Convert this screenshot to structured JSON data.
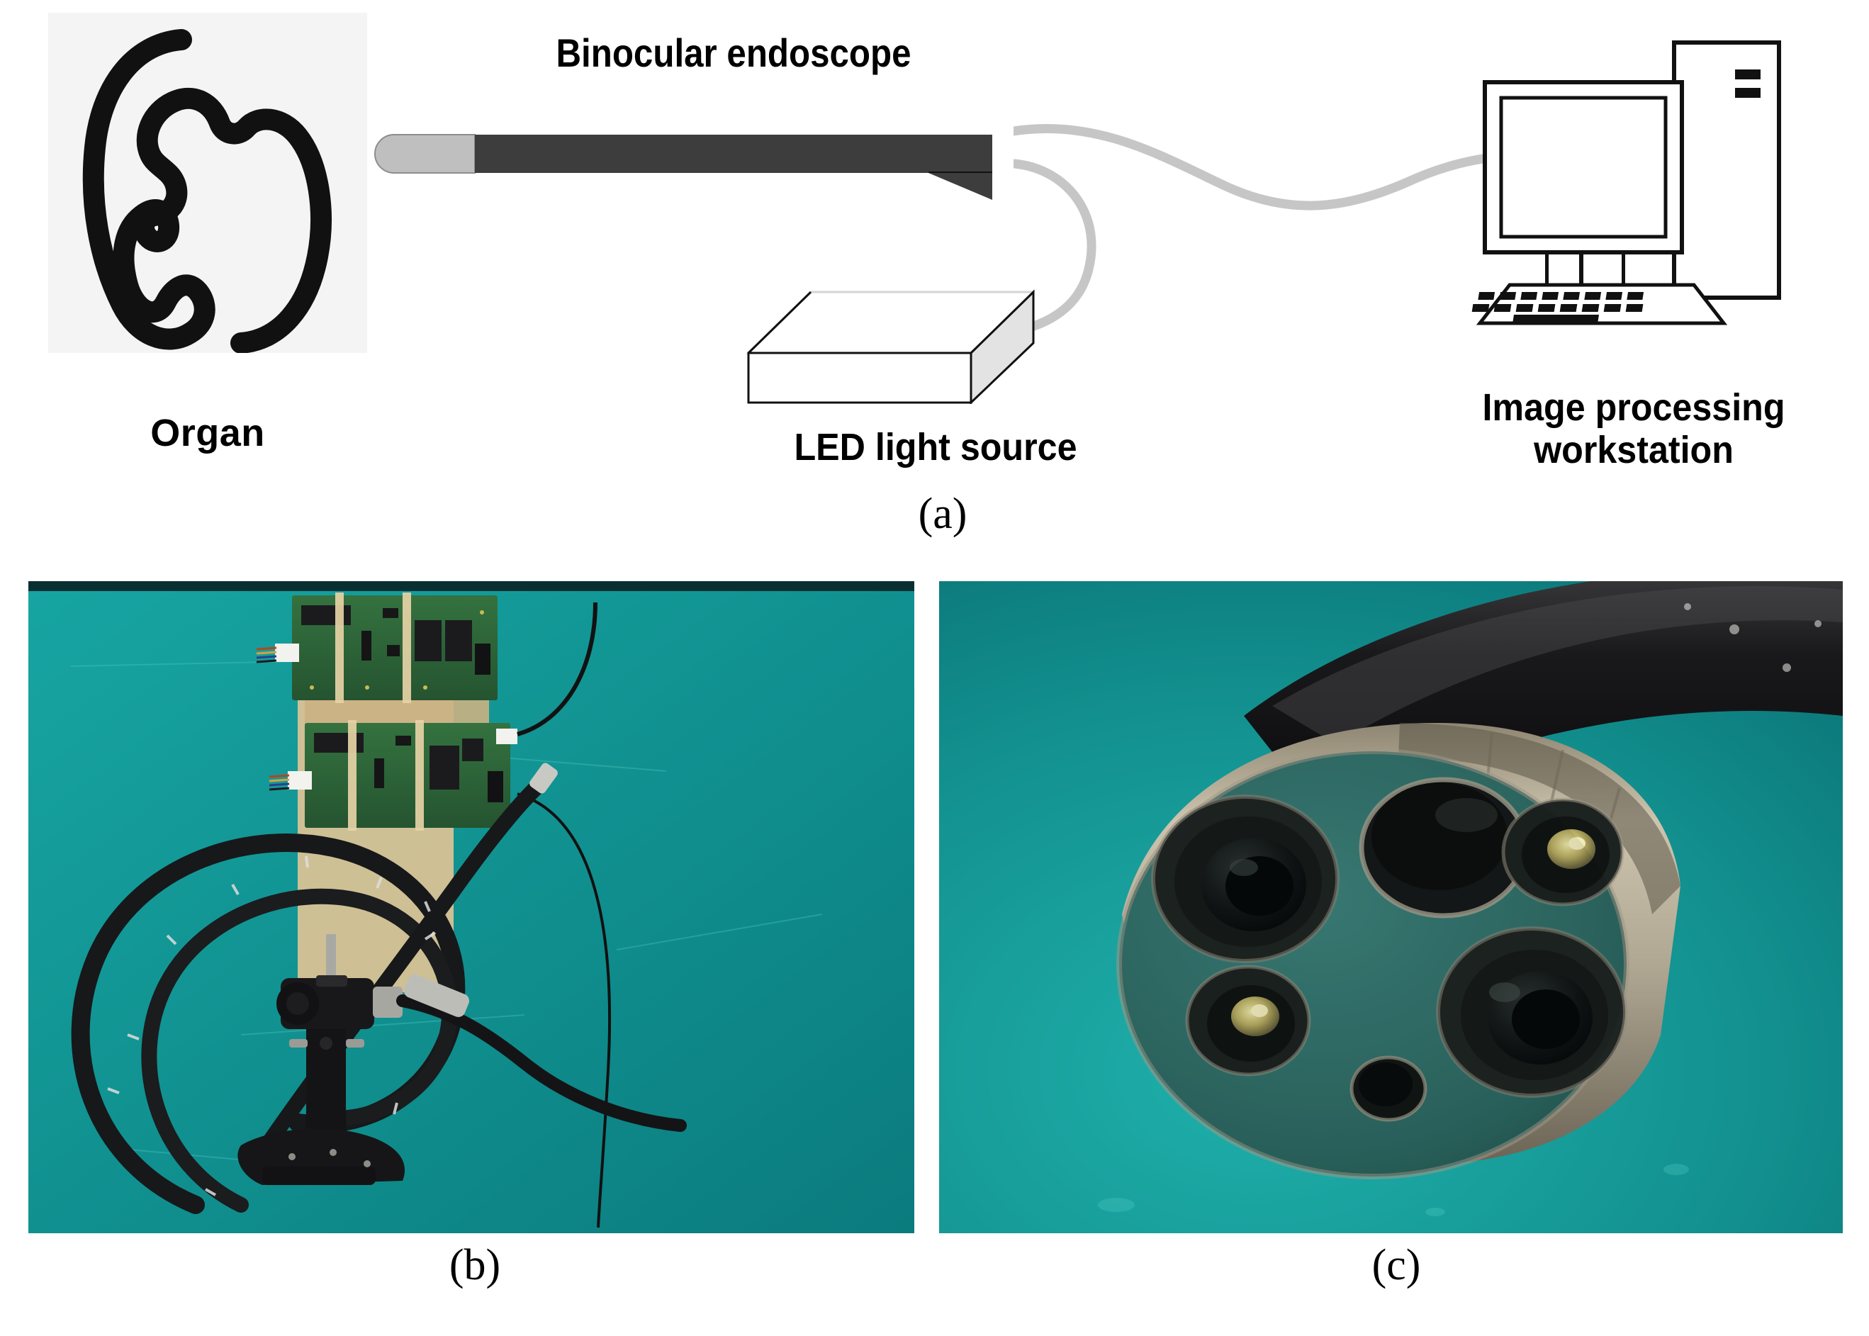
{
  "figure": {
    "panel_a": {
      "caption": "(a)",
      "organ_label": "Organ",
      "endoscope_label": "Binocular endoscope",
      "led_label": "LED light source",
      "workstation_label_line1": "Image processing",
      "workstation_label_line2": "workstation",
      "colors": {
        "organ_outline": "#111111",
        "organ_bg": "#f4f4f4",
        "endoscope_tip": "#bfbfbf",
        "endoscope_shaft": "#3d3d3d",
        "cable": "#c6c6c6",
        "line": "#111111",
        "box_face": "#ffffff",
        "box_side": "#e3e3e3"
      },
      "components": [
        {
          "name": "organ",
          "icon": "stomach-outline-icon"
        },
        {
          "name": "binocular-endoscope",
          "icon": "endoscope-probe-icon"
        },
        {
          "name": "led-light-source",
          "icon": "box-3d-icon"
        },
        {
          "name": "image-processing-workstation",
          "icon": "desktop-computer-icon"
        }
      ]
    },
    "panel_b": {
      "caption": "(b)",
      "description": "Photograph of the binocular endoscope with coiled insertion tube, control handle and two image-processing circuit boards on a teal surgical mat",
      "colors": {
        "mat_light": "#17a3a0",
        "mat_dark": "#0d7f80",
        "tube_black": "#161618",
        "pcb_green": "#2f6b3a",
        "pcb_dark": "#23522c",
        "chip_black": "#1b1b1e",
        "cardboard": "#d9c295",
        "connector_white": "#f2f2ee"
      }
    },
    "panel_c": {
      "caption": "(c)",
      "description": "Close-up of the distal tip face showing two camera lenses, two LED illuminators, a large working channel and a small air/water nozzle",
      "colors": {
        "mat_teal": "#149a9a",
        "metal_light": "#b7ad95",
        "metal_dark": "#6c6555",
        "face_green": "#2f6a66",
        "tube_black": "#141414",
        "lens_black": "#0b0f0f",
        "led_yellow": "#cfc46a"
      },
      "tip_features": [
        {
          "name": "working-channel",
          "type": "large-open-port"
        },
        {
          "name": "camera-lens-left",
          "type": "lens"
        },
        {
          "name": "camera-lens-right",
          "type": "lens"
        },
        {
          "name": "led-illuminator-upper-right",
          "type": "led"
        },
        {
          "name": "led-illuminator-lower-left",
          "type": "led"
        },
        {
          "name": "air-water-nozzle",
          "type": "small-hole"
        }
      ]
    }
  }
}
